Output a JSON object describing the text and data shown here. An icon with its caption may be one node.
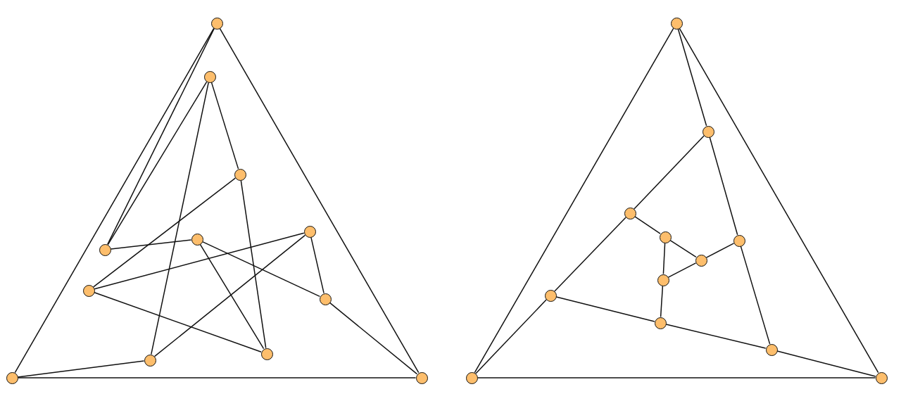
{
  "diagram": {
    "nodes": [
      {
        "text": [],
        "shape": "circle"
      },
      {
        "text": [],
        "shape": "circle"
      },
      {
        "text": [],
        "shape": "circle"
      },
      {
        "text": [],
        "shape": "circle"
      },
      {
        "text": [],
        "shape": "circle"
      },
      {
        "text": [],
        "shape": "circle"
      },
      {
        "text": [],
        "shape": "circle"
      },
      {
        "text": [],
        "shape": "circle"
      },
      {
        "text": [],
        "shape": "circle"
      },
      {
        "text": [],
        "shape": "circle"
      },
      {
        "text": [],
        "shape": "circle"
      },
      {
        "text": [],
        "shape": "circle"
      },
      {
        "text": [],
        "shape": "circle"
      },
      {
        "text": [],
        "shape": "circle"
      },
      {
        "text": [],
        "shape": "circle"
      },
      {
        "text": [],
        "shape": "circle"
      },
      {
        "text": [],
        "shape": "circle"
      },
      {
        "text": [],
        "shape": "circle"
      },
      {
        "text": [],
        "shape": "circle"
      },
      {
        "text": [],
        "shape": "circle"
      },
      {
        "text": [],
        "shape": "circle"
      },
      {
        "text": [],
        "shape": "circle"
      },
      {
        "text": [],
        "shape": "circle"
      },
      {
        "text": [],
        "shape": "circle"
      }
    ],
    "edges": [
      {
        "from": 0,
        "to": 10,
        "arrow": "none"
      },
      {
        "from": 0,
        "to": 11,
        "arrow": "none"
      },
      {
        "from": 10,
        "to": 11,
        "arrow": "none"
      },
      {
        "from": 0,
        "to": 5,
        "arrow": "none"
      },
      {
        "from": 1,
        "to": 5,
        "arrow": "none"
      },
      {
        "from": 1,
        "to": 2,
        "arrow": "none"
      },
      {
        "from": 1,
        "to": 9,
        "arrow": "none"
      },
      {
        "from": 2,
        "to": 6,
        "arrow": "none"
      },
      {
        "from": 2,
        "to": 8,
        "arrow": "none"
      },
      {
        "from": 5,
        "to": 4,
        "arrow": "none"
      },
      {
        "from": 4,
        "to": 7,
        "arrow": "none"
      },
      {
        "from": 4,
        "to": 8,
        "arrow": "none"
      },
      {
        "from": 3,
        "to": 6,
        "arrow": "none"
      },
      {
        "from": 3,
        "to": 7,
        "arrow": "none"
      },
      {
        "from": 3,
        "to": 9,
        "arrow": "none"
      },
      {
        "from": 6,
        "to": 8,
        "arrow": "none"
      },
      {
        "from": 7,
        "to": 11,
        "arrow": "none"
      },
      {
        "from": 10,
        "to": 9,
        "arrow": "none"
      },
      {
        "from": 12,
        "to": 22,
        "arrow": "none"
      },
      {
        "from": 12,
        "to": 23,
        "arrow": "none"
      },
      {
        "from": 22,
        "to": 23,
        "arrow": "none"
      },
      {
        "from": 12,
        "to": 13,
        "arrow": "none"
      },
      {
        "from": 13,
        "to": 14,
        "arrow": "none"
      },
      {
        "from": 13,
        "to": 16,
        "arrow": "none"
      },
      {
        "from": 14,
        "to": 19,
        "arrow": "none"
      },
      {
        "from": 14,
        "to": 15,
        "arrow": "none"
      },
      {
        "from": 15,
        "to": 17,
        "arrow": "none"
      },
      {
        "from": 17,
        "to": 16,
        "arrow": "none"
      },
      {
        "from": 15,
        "to": 18,
        "arrow": "none"
      },
      {
        "from": 17,
        "to": 18,
        "arrow": "none"
      },
      {
        "from": 18,
        "to": 20,
        "arrow": "none"
      },
      {
        "from": 19,
        "to": 22,
        "arrow": "none"
      },
      {
        "from": 19,
        "to": 20,
        "arrow": "none"
      },
      {
        "from": 20,
        "to": 21,
        "arrow": "none"
      },
      {
        "from": 16,
        "to": 21,
        "arrow": "none"
      },
      {
        "from": 21,
        "to": 23,
        "arrow": "none"
      }
    ]
  }
}
